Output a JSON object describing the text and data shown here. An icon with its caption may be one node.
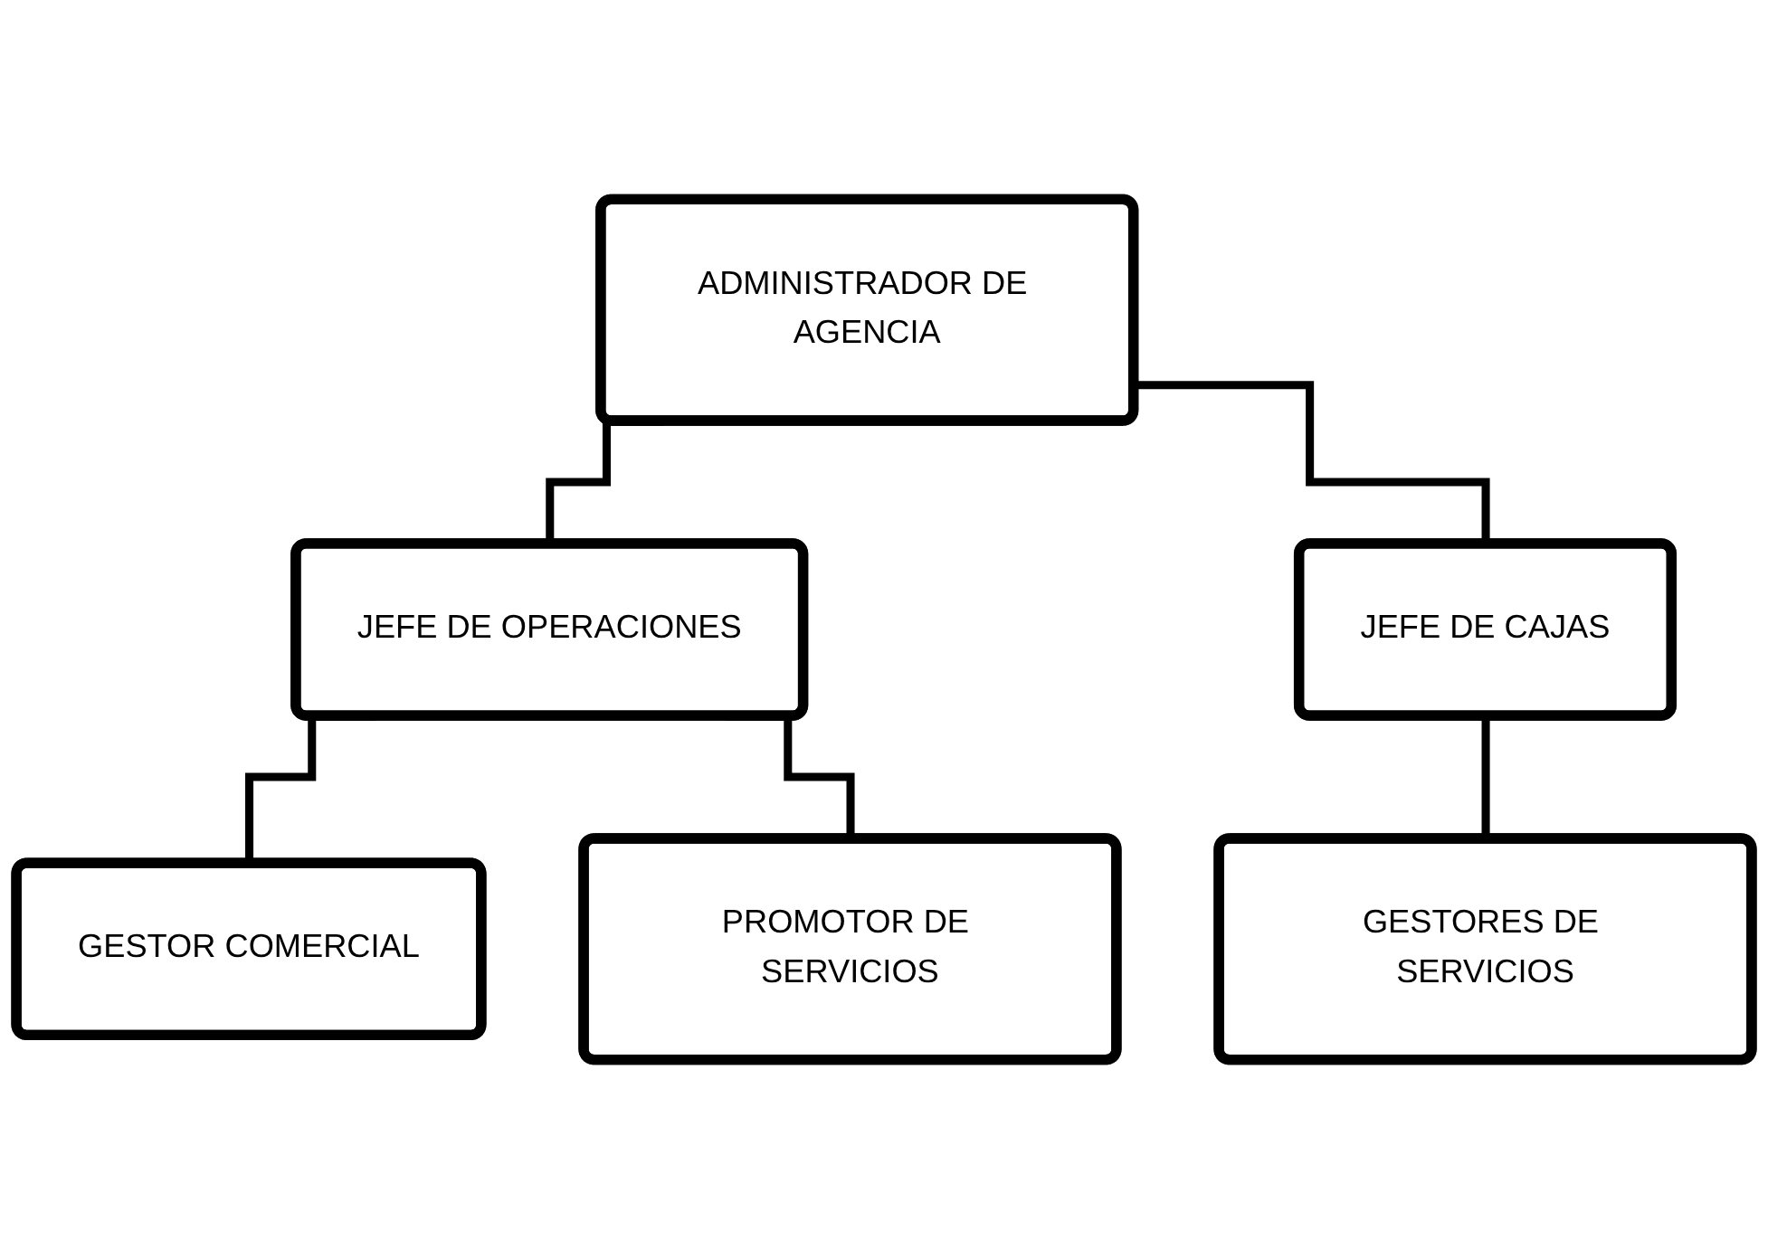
{
  "diagram": {
    "nodes": [
      {
        "text": [
          "ADMINISTRADOR DE AGENCIA"
        ]
      },
      {
        "text": [
          "JEFE DE OPERACIONES"
        ]
      },
      {
        "text": [
          "JEFE DE CAJAS"
        ]
      },
      {
        "text": [
          "GESTOR COMERCIAL"
        ]
      },
      {
        "text": [
          "PROMOTOR DE SERVICIOS"
        ]
      },
      {
        "text": [
          "GESTORES DE SERVICIOS"
        ]
      }
    ],
    "edges": [
      {
        "from": 0,
        "to": 1,
        "arrow": "none"
      },
      {
        "from": 0,
        "to": 2,
        "arrow": "none"
      },
      {
        "from": 1,
        "to": 3,
        "arrow": "none"
      },
      {
        "from": 1,
        "to": 4,
        "arrow": "none"
      },
      {
        "from": 2,
        "to": 5,
        "arrow": "none"
      }
    ]
  }
}
